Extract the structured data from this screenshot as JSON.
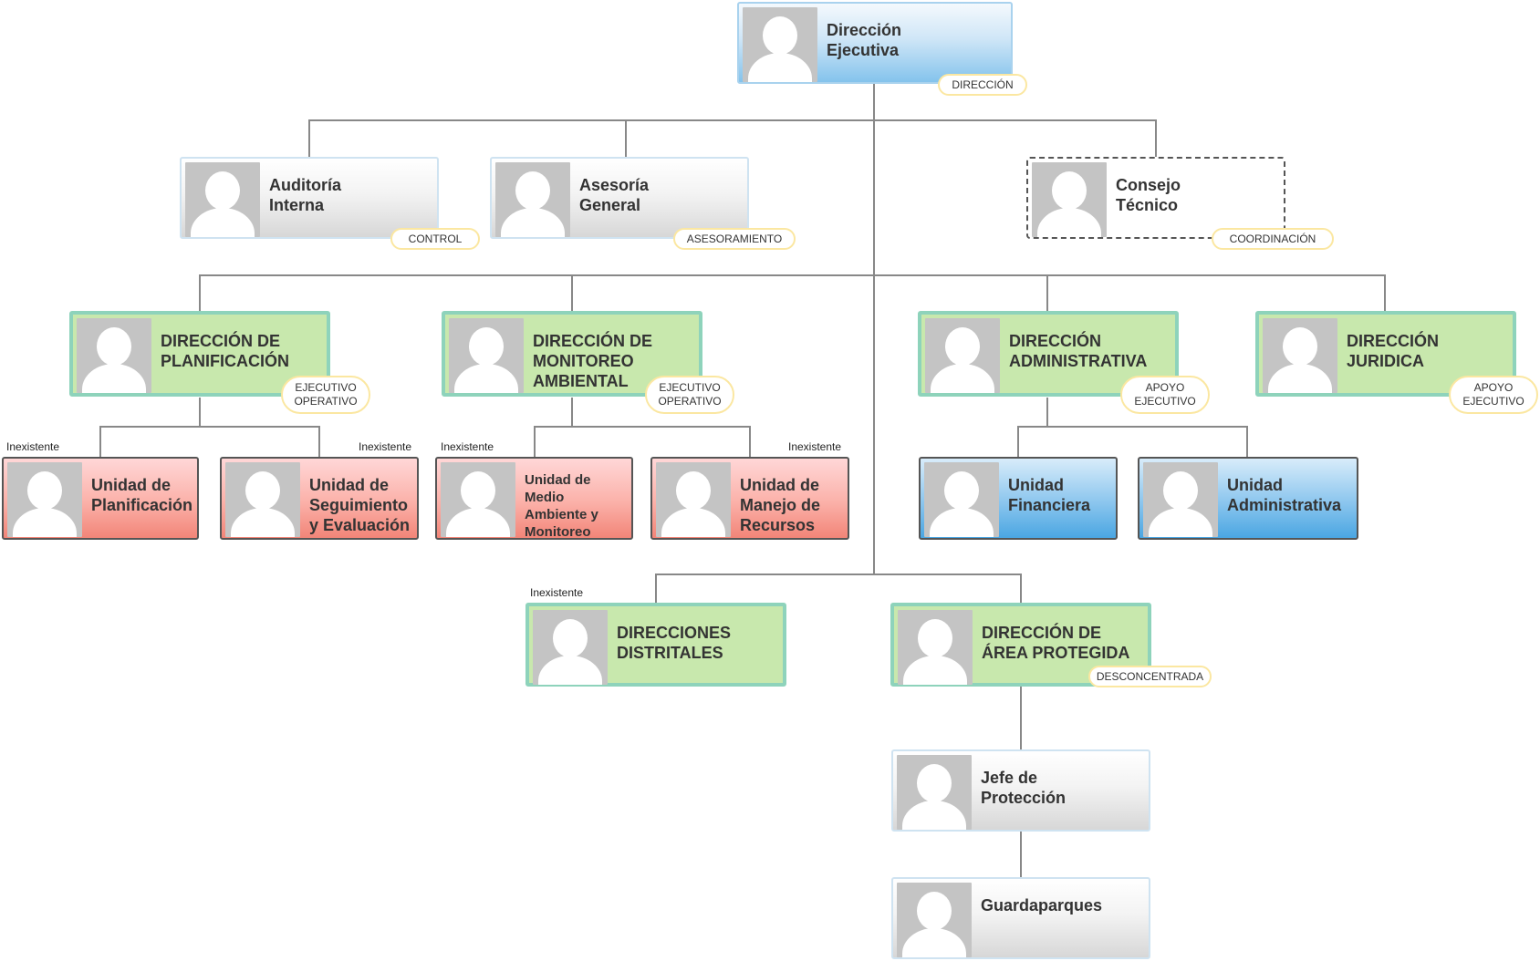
{
  "nodes": {
    "direccion_ejecutiva": {
      "title": "Dirección\nEjecutiva",
      "badge": "DIRECCIÓN"
    },
    "auditoria_interna": {
      "title": "Auditoría\nInterna",
      "badge": "CONTROL"
    },
    "asesoria_general": {
      "title": "Asesoría\nGeneral",
      "badge": "ASESORAMIENTO"
    },
    "consejo_tecnico": {
      "title": "Consejo\nTécnico",
      "badge": "COORDINACIÓN"
    },
    "dir_planificacion": {
      "title": "DIRECCIÓN DE\nPLANIFICACIÓN",
      "badge": "EJECUTIVO\nOPERATIVO"
    },
    "dir_monitoreo": {
      "title": "DIRECCIÓN DE\nMONITOREO\nAMBIENTAL",
      "badge": "EJECUTIVO\nOPERATIVO"
    },
    "dir_administrativa": {
      "title": "DIRECCIÓN\nADMINISTRATIVA",
      "badge": "APOYO\nEJECUTIVO"
    },
    "dir_juridica": {
      "title": "DIRECCIÓN\nJURIDICA",
      "badge": "APOYO\nEJECUTIVO"
    },
    "u_planificacion": {
      "title": "Unidad de\nPlanificación",
      "note": "Inexistente"
    },
    "u_seguimiento": {
      "title": "Unidad de\nSeguimiento\ny Evaluación",
      "note": "Inexistente"
    },
    "u_medio_ambiente": {
      "title": "Unidad de\nMedio\nAmbiente y\nMonitoreo",
      "note": "Inexistente"
    },
    "u_manejo": {
      "title": "Unidad de\nManejo de\nRecursos",
      "note": "Inexistente"
    },
    "u_financiera": {
      "title": "Unidad\nFinanciera"
    },
    "u_administrativa": {
      "title": "Unidad\nAdministrativa"
    },
    "dir_distritales": {
      "title": "DIRECCIONES\nDISTRITALES",
      "note": "Inexistente"
    },
    "dir_area_protegida": {
      "title": "DIRECCIÓN DE\nÁREA PROTEGIDA",
      "badge": "DESCONCENTRADA"
    },
    "jefe_proteccion": {
      "title": "Jefe de\nProtección"
    },
    "guardaparques": {
      "title": "Guardaparques"
    }
  },
  "colors": {
    "connector": "#888888",
    "green_fill": "#c8e8ad",
    "green_border": "#8ed3bb",
    "red_fill": "#f28578",
    "blue_fill": "#4aa6e2",
    "badge_border": "#fbe7a1"
  }
}
